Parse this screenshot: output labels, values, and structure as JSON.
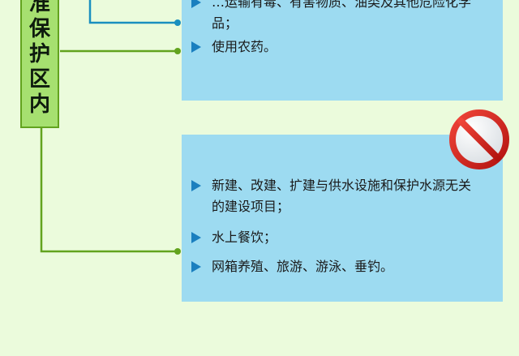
{
  "category_label": "准保护区内",
  "box1": {
    "items": [
      {
        "text": "…运输有毒、有害物质、油类及其他危险化学品；"
      },
      {
        "text": "使用农药。"
      }
    ]
  },
  "box2": {
    "items": [
      {
        "text": "新建、改建、扩建与供水设施和保护水源无关的建设项目；"
      },
      {
        "text": "水上餐饮；"
      },
      {
        "text": "网箱养殖、旅游、游泳、垂钓。"
      }
    ]
  },
  "colors": {
    "background": "#ebfbdc",
    "label_fill": "#a6e070",
    "label_border": "#62a31e",
    "connector_green": "#62a31e",
    "connector_blue": "#1a8fbf",
    "box_fill": "#9ddbf1",
    "bullet": "#1a7fbf",
    "prohibited_red": "#d9231f"
  },
  "icons": [
    "bullet-triangle-icon",
    "prohibited-icon"
  ]
}
